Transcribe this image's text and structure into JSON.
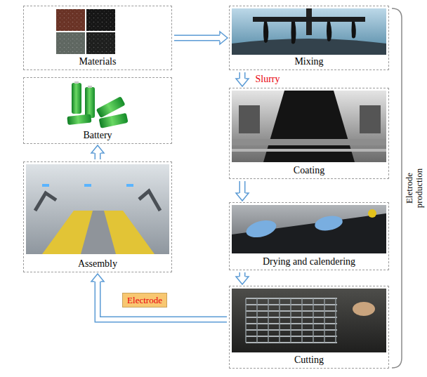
{
  "diagram": {
    "nodes": [
      {
        "text": [
          "Materials"
        ]
      },
      {
        "text": [
          "Mixing"
        ]
      },
      {
        "text": [
          "Coating"
        ]
      },
      {
        "text": [
          "Drying and calendering"
        ]
      },
      {
        "text": [
          "Cutting"
        ]
      },
      {
        "text": [
          "Electrode"
        ]
      },
      {
        "text": [
          "Assembly"
        ]
      },
      {
        "text": [
          "Battery"
        ]
      }
    ],
    "edges": [
      {
        "from": 0,
        "to": 1,
        "arrow": "to"
      },
      {
        "from": 1,
        "to": 2,
        "label": "Slurry",
        "arrow": "to"
      },
      {
        "from": 2,
        "to": 3,
        "arrow": "to"
      },
      {
        "from": 3,
        "to": 4,
        "arrow": "to"
      },
      {
        "from": 4,
        "to": 6,
        "arrow": "to"
      },
      {
        "from": 6,
        "to": 7,
        "arrow": "to"
      }
    ],
    "labels": [
      "Eletrode production"
    ]
  }
}
